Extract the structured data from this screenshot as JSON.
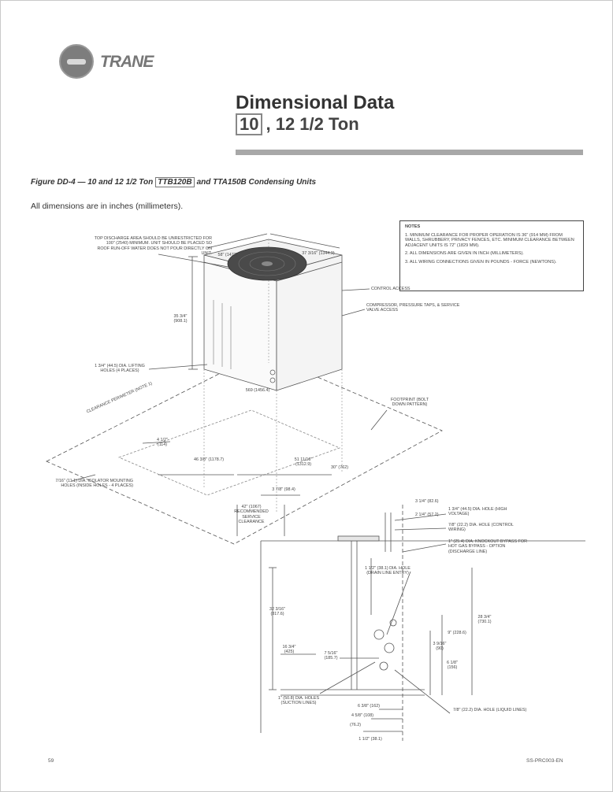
{
  "header": {
    "logo_text": "TRANE",
    "title": "Dimensional Data",
    "subtitle_boxed": "10",
    "subtitle_rest": ", 12 1/2 Ton"
  },
  "figure": {
    "caption_prefix": "Figure DD-4 — 10 and 12 1/2 Ton",
    "caption_boxed": "TTB120B",
    "caption_suffix": "and TTA150B Condensing Units",
    "intro": "All dimensions are in inches (millimeters)."
  },
  "notes": {
    "title": "NOTES",
    "items": [
      "1. MINIMUM CLEARANCE FOR PROPER OPERATION IS 36\" (914 MM) FROM WALLS, SHRUBBERY, PRIVACY FENCES, ETC. MINIMUM CLEARANCE BETWEEN ADJACENT UNITS IS 72\" (1829 MM).",
      "2. ALL DIMENSIONS ARE GIVEN IN INCH (MILLIMETERS).",
      "3. ALL WIRING CONNECTIONS GIVEN IN POUNDS - FORCE (NEWTONS)."
    ]
  },
  "labels": {
    "discharge": "TOP DISCHARGE AREA SHOULD BE UNRESTRICTED FOR 100\" (2540) MINIMUM. UNIT SHOULD BE PLACED SO ROOF RUN-OFF WATER DOES NOT POUR DIRECTLY ON UNIT.",
    "dim_top_a": "58\" (1473)",
    "dim_top_b": "37 3/16\" (1344.9)",
    "control_access": "CONTROL ACCESS",
    "compressor_access": "COMPRESSOR, PRESSURE TAPS, & SERVICE VALVE ACCESS",
    "height": "35 3/4\" (908.1)",
    "lifting_holes": "1 3/4\" (44.5) DIA. LIFTING HOLES (4 PLACES)",
    "dim_mid": "569 (1456.4)",
    "clearance_diag": "CLEARANCE PERIMETER (NOTE 1)",
    "footprint": "FOOTPRINT (BOLT DOWN PATTERN)",
    "dim_left": "4 1/2\" (114)",
    "dim_base_a": "46 3/8\" (1178.7)",
    "dim_base_b": "51 11/16\" (1312.9)",
    "dim_base_c": "30\" (762)",
    "isolator_holes": "7/16\" (11.1) DIA. ISOLATOR MOUNTING HOLES (INSIDE HOLES - 4 PLACES)",
    "dim_base_d": "3 7/8\" (98.4)",
    "service_clearance": "42\" (1067) RECOMMENDED SERVICE CLEARANCE",
    "dim_r1": "3 1/4\" (82.6)",
    "dim_r2": "2 1/4\" (57.2)",
    "hole_1": "1 3/4\" (44.5) DIA. HOLE (HIGH VOLTAGE)",
    "hole_2": "7/8\" (22.2) DIA. HOLE (CONTROL WIRING)",
    "knockout": "1\" (25.4) DIA. KNOCKOUT BYPASS FOR HOT GAS BYPASS - OPTION (DISCHARGE LINE)",
    "drain_hole": "1 1/2\" (38.1) DIA. HOLE (DRAIN LINE ENTRY)",
    "side_height": "32 3/16\" (817.6)",
    "side_height_b": "28 3/4\" (730.1)",
    "dim_s1": "16 3/4\" (425)",
    "dim_s2": "7 5/16\" (185.7)",
    "dim_s3": "3 9/16\" (90)",
    "dim_s4": "9\" (228.6)",
    "dim_s5": "6 1/8\" (156)",
    "suction_holes": "1\" (50.8) DIA. HOLES (SUCTION LINES)",
    "liquid_hole": "7/8\" (22.2) DIA. HOLE (LIQUID LINES)",
    "dim_b1": "6 3/8\" (162)",
    "dim_b2": "4 5/8\" (108)",
    "dim_b3": "(76.2)",
    "dim_b4": "1 1/2\" (38.1)"
  },
  "footer": {
    "page_number": "59",
    "doc_id": "SS-PRC003-EN"
  }
}
